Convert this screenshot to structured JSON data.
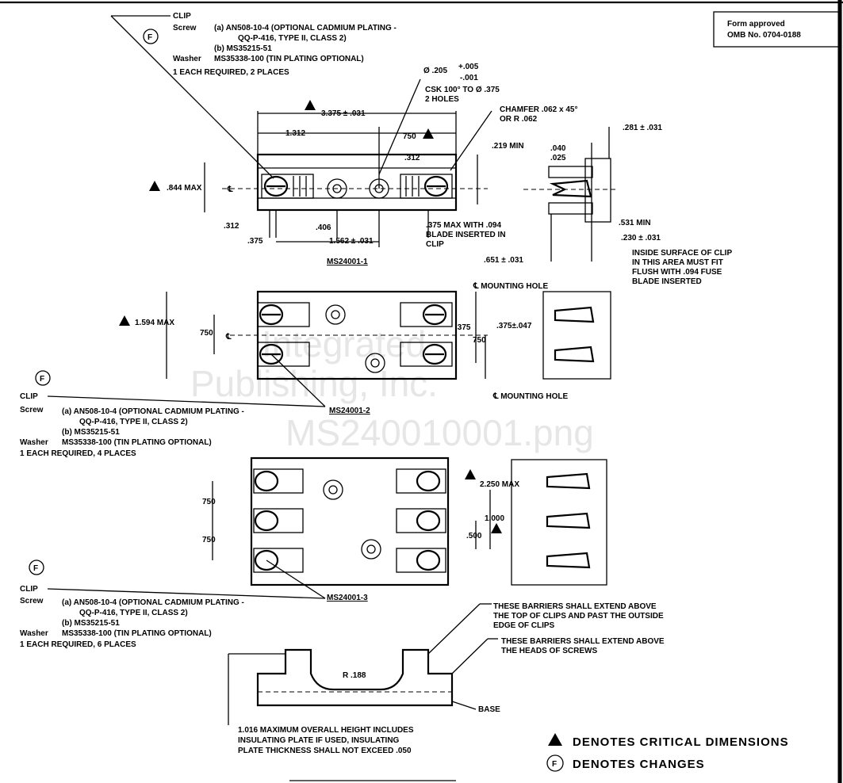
{
  "form_box": {
    "line1": "Form approved",
    "line2": "OMB No. 0704-0188"
  },
  "watermark": {
    "line1": "Integrated",
    "line2": "Publishing, Inc.",
    "line3": "MS240010001.png"
  },
  "note1": {
    "change": "F",
    "clip": "CLIP",
    "screw_label": "Screw",
    "screw_a": "(a) AN508-10-4 (OPTIONAL CADMIUM PLATING -",
    "screw_a2": "QQ-P-416, TYPE II, CLASS 2)",
    "screw_b": "(b) MS35215-51",
    "washer_label": "Washer",
    "washer": "MS35338-100 (TIN PLATING OPTIONAL)",
    "each": "1 EACH REQUIRED, 2 PLACES"
  },
  "note2": {
    "change": "F",
    "clip": "CLIP",
    "screw_label": "Screw",
    "screw_a": "(a) AN508-10-4 (OPTIONAL CADMIUM PLATING -",
    "screw_a2": "QQ-P-416, TYPE II, CLASS 2)",
    "screw_b": "(b) MS35215-51",
    "washer_label": "Washer",
    "washer": "MS35338-100 (TIN PLATING OPTIONAL)",
    "each": "1 EACH REQUIRED, 4 PLACES"
  },
  "note3": {
    "change": "F",
    "clip": "CLIP",
    "screw_label": "Screw",
    "screw_a": "(a) AN508-10-4 (OPTIONAL CADMIUM PLATING -",
    "screw_a2": "QQ-P-416, TYPE II, CLASS 2)",
    "screw_b": "(b) MS35215-51",
    "washer_label": "Washer",
    "washer": "MS35338-100 (TIN PLATING OPTIONAL)",
    "each": "1 EACH REQUIRED, 6 PLACES"
  },
  "view1": {
    "title": "MS24001-1",
    "hole_dia": "Ø .205",
    "hole_tol_plus": "+.005",
    "hole_tol_minus": "-.001",
    "csk": "CSK 100° TO Ø .375",
    "holes": "2 HOLES",
    "overall": "3.375 ± .031",
    "d1312": "1.312",
    "d750": "750",
    "d312a": ".312",
    "chamfer1": "CHAMFER .062 x 45°",
    "chamfer2": "OR R .062",
    "d219": ".219 MIN",
    "d844": ".844 MAX",
    "cl": "℄",
    "d312b": ".312",
    "d375": ".375",
    "d406": ".406",
    "d1562": "1.562 ± .031",
    "blade1": ".375 MAX WITH .094",
    "blade2": "BLADE INSERTED IN",
    "blade3": "CLIP",
    "d651": ".651 ± .031",
    "d040": ".040",
    "d025": ".025",
    "d281": ".281 ± .031",
    "d531": ".531 MIN",
    "d230": ".230 ± .031",
    "inside1": "INSIDE SURFACE OF CLIP",
    "inside2": "IN THIS AREA MUST FIT",
    "inside3": "FLUSH WITH .094 FUSE",
    "inside4": "BLADE INSERTED"
  },
  "view2": {
    "title": "MS24001-2",
    "d1594": "1.594 MAX",
    "d750a": "750",
    "cl": "℄",
    "mount1": "℄ MOUNTING HOLE",
    "d375": ".375",
    "d375b": ".375±.047",
    "d750b": "750",
    "mount2": "℄ MOUNTING HOLE"
  },
  "view3": {
    "title": "MS24001-3",
    "d750a": "750",
    "d750b": "750",
    "d2250": "2.250 MAX",
    "d1000": "1.000",
    "d500": ".500"
  },
  "barrier": {
    "note1a": "THESE BARRIERS SHALL EXTEND ABOVE",
    "note1b": "THE TOP OF CLIPS AND PAST THE OUTSIDE",
    "note1c": "EDGE OF CLIPS",
    "note2a": "THESE BARRIERS SHALL EXTEND ABOVE",
    "note2b": "THE HEADS OF SCREWS",
    "radius": "R .188",
    "base": "BASE",
    "height1": "1.016 MAXIMUM OVERALL HEIGHT INCLUDES",
    "height2": "INSULATING PLATE IF USED, INSULATING",
    "height3": "PLATE THICKNESS SHALL NOT EXCEED .050"
  },
  "legend": {
    "critical": "DENOTES CRITICAL DIMENSIONS",
    "changes_symbol": "F",
    "changes": "DENOTES CHANGES"
  }
}
